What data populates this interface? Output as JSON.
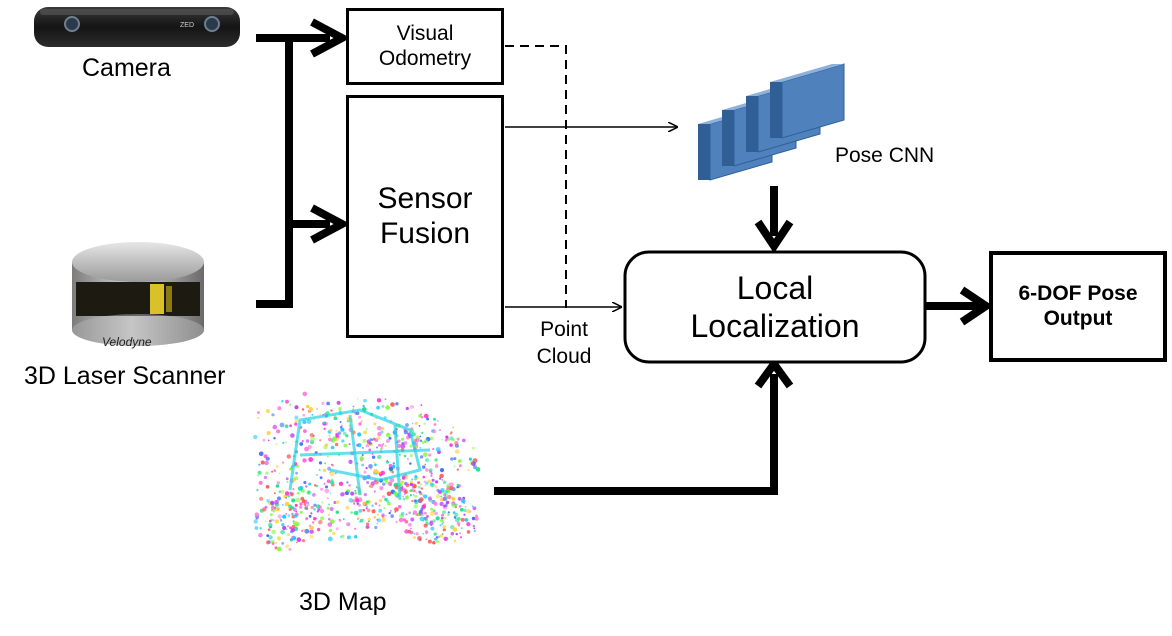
{
  "sources": {
    "camera": {
      "label": "Camera",
      "icon": "stereo-camera-icon",
      "brand": "ZED"
    },
    "laser": {
      "label": "3D Laser Scanner",
      "icon": "lidar-scanner-icon",
      "brand": "Velodyne"
    },
    "map": {
      "label": "3D Map",
      "icon": "point-cloud-map-icon"
    }
  },
  "blocks": {
    "visual_odometry": {
      "line1": "Visual",
      "line2": "Odometry"
    },
    "sensor_fusion": {
      "line1": "Sensor",
      "line2": "Fusion"
    },
    "local_localization": {
      "line1": "Local",
      "line2": "Localization"
    },
    "output": {
      "line1": "6-DOF Pose",
      "line2": "Output"
    }
  },
  "pose_cnn": {
    "label": "Pose CNN",
    "icon": "cnn-layers-icon",
    "color": "#4f81bd"
  },
  "point_cloud": {
    "line1": "Point",
    "line2": "Cloud"
  },
  "colors": {
    "stroke": "#000000",
    "cnn_front": "#4f81bd",
    "cnn_side": "#2f5f95",
    "cnn_top": "#8eb0dc"
  }
}
